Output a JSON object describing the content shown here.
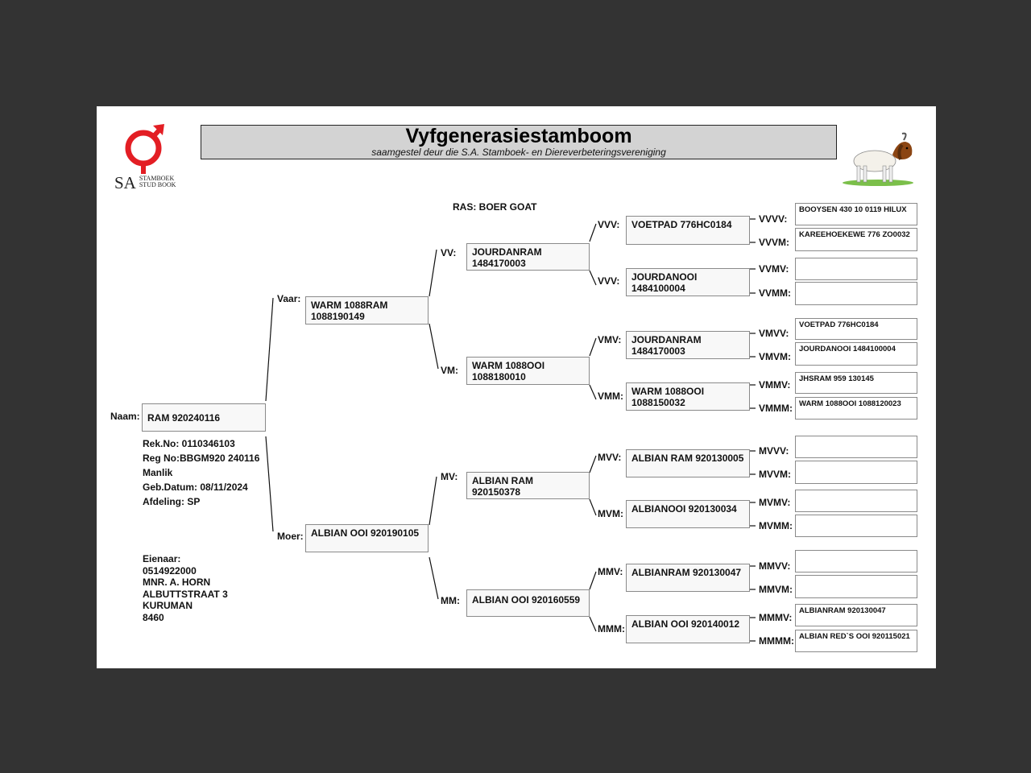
{
  "header": {
    "title": "Vyfgenerasiestamboom",
    "subtitle": "saamgestel deur die S.A. Stamboek- en Diereverbeteringsvereniging"
  },
  "logo": {
    "sa": "SA",
    "line1": "STAMBOEK",
    "line2": "STUD BOOK",
    "symbol_color": "#e31e24"
  },
  "breed": "RAS: BOER GOAT",
  "animal": {
    "label": "Naam:",
    "name": "RAM 920240116",
    "details": [
      "Rek.No: 0110346103",
      "Reg No:BBGM920 240116",
      "Manlik",
      "Geb.Datum: 08/11/2024",
      "Afdeling: SP"
    ]
  },
  "owner": [
    "Eienaar:",
    "0514922000",
    "MNR. A. HORN",
    "ALBUTTSTRAAT 3",
    "KURUMAN",
    "8460"
  ],
  "gen1": {
    "sire": {
      "label": "Vaar:",
      "name": "WARM 1088RAM 1088190149"
    },
    "dam": {
      "label": "Moer:",
      "name": "ALBIAN OOI 920190105"
    }
  },
  "gen2": {
    "vv": {
      "label": "VV:",
      "name": "JOURDANRAM 1484170003"
    },
    "vm": {
      "label": "VM:",
      "name": "WARM 1088OOI 1088180010"
    },
    "mv": {
      "label": "MV:",
      "name": "ALBIAN RAM 920150378"
    },
    "mm": {
      "label": "MM:",
      "name": "ALBIAN OOI 920160559"
    }
  },
  "gen3": {
    "vvv": {
      "label": "VVV:",
      "name": "VOETPAD 776HC0184"
    },
    "vvm": {
      "label": "VVV:",
      "name": "JOURDANOOI 1484100004"
    },
    "vmv": {
      "label": "VMV:",
      "name": "JOURDANRAM 1484170003"
    },
    "vmm": {
      "label": "VMM:",
      "name": "WARM 1088OOI 1088150032"
    },
    "mvv": {
      "label": "MVV:",
      "name": "ALBIAN RAM 920130005"
    },
    "mvm": {
      "label": "MVM:",
      "name": "ALBIANOOI 920130034"
    },
    "mmv": {
      "label": "MMV:",
      "name": "ALBIANRAM 920130047"
    },
    "mmm": {
      "label": "MMM:",
      "name": "ALBIAN OOI 920140012"
    }
  },
  "gen4": {
    "vvvv": {
      "label": "VVVV:",
      "name": "BOOYSEN 430 10 0119 HILUX"
    },
    "vvvm": {
      "label": "VVVM:",
      "name": "KAREEHOEKEWE 776 ZO0032"
    },
    "vvmv": {
      "label": "VVMV:",
      "name": ""
    },
    "vvmm": {
      "label": "VVMM:",
      "name": ""
    },
    "vmvv": {
      "label": "VMVV:",
      "name": "VOETPAD 776HC0184"
    },
    "vmvm": {
      "label": "VMVM:",
      "name": "JOURDANOOI 1484100004"
    },
    "vmmv": {
      "label": "VMMV:",
      "name": "JHSRAM 959 130145"
    },
    "vmmm": {
      "label": "VMMM:",
      "name": "WARM 1088OOI 1088120023"
    },
    "mvvv": {
      "label": "MVVV:",
      "name": ""
    },
    "mvvm": {
      "label": "MVVM:",
      "name": ""
    },
    "mvmv": {
      "label": "MVMV:",
      "name": ""
    },
    "mvmm": {
      "label": "MVMM:",
      "name": ""
    },
    "mmvv": {
      "label": "MMVV:",
      "name": ""
    },
    "mmvm": {
      "label": "MMVM:",
      "name": ""
    },
    "mmmv": {
      "label": "MMMV:",
      "name": "ALBIANRAM 920130047"
    },
    "mmmm": {
      "label": "MMMM:",
      "name": "ALBIAN RED`S OOI 920115021"
    }
  }
}
